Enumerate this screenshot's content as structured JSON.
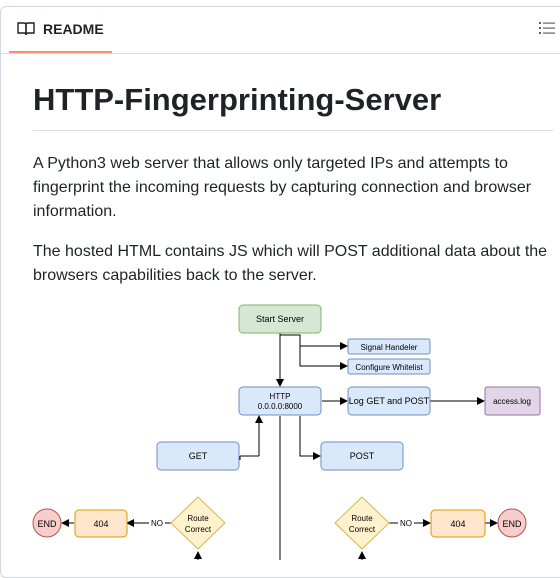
{
  "readme": {
    "tab_label": "README",
    "title": "HTTP-Fingerprinting-Server",
    "paragraphs": [
      "A Python3 web server that allows only targeted IPs and attempts to fingerprint the incoming requests by capturing connection and browser information.",
      "The hosted HTML contains JS which will POST additional data about the browsers capabilities back to the server."
    ]
  },
  "diagram": {
    "start": "Start Server",
    "signal": "Signal Handeler",
    "whitelist": "Configure Whitelist",
    "http_line1": "HTTP",
    "http_line2": "0.0.0.0:8000",
    "log": "Log GET and POST",
    "access_log": "access.log",
    "get": "GET",
    "post": "POST",
    "route_line1": "Route",
    "route_line2": "Correct",
    "not_found": "404",
    "end": "END",
    "no": "NO"
  },
  "colors": {
    "green_fill": "#d5e8d4",
    "green_stroke": "#82b366",
    "blue_fill": "#dae8fc",
    "blue_stroke": "#6c8ebf",
    "purple_fill": "#e1d5e7",
    "purple_stroke": "#9673a6",
    "orange_fill": "#ffe6cc",
    "orange_stroke": "#d79b00",
    "yellow_fill": "#fff2cc",
    "yellow_stroke": "#d6b656",
    "red_fill": "#f8cecc",
    "red_stroke": "#b85450"
  }
}
